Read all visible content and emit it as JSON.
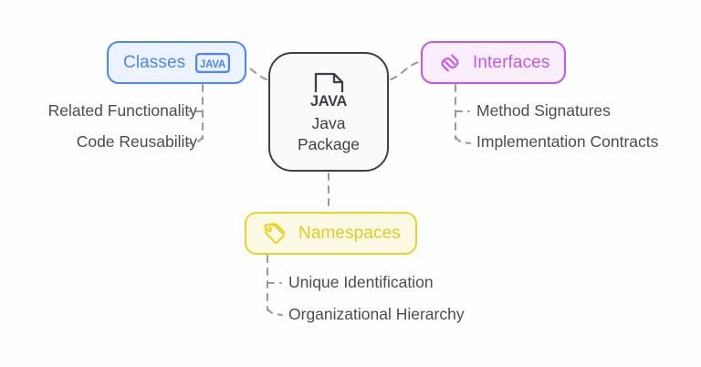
{
  "diagram": {
    "type": "mindmap",
    "background_color": "#fefefe",
    "center": {
      "title_line1": "Java",
      "title_line2": "Package",
      "icon_name": "java-file-icon",
      "icon_text": "JAVA",
      "border_color": "#3f3f46",
      "fill_color": "#fafafa",
      "text_color": "#3f3f46"
    },
    "branches": [
      {
        "id": "classes",
        "label": "Classes",
        "icon_name": "java-badge-icon",
        "badge_text": "JAVA",
        "accent_color": "#4a86f7",
        "fill_color": "#edf3fe",
        "leaves": [
          "Related Functionality",
          "Code Reusability"
        ]
      },
      {
        "id": "interfaces",
        "label": "Interfaces",
        "icon_name": "link-chain-icon",
        "accent_color": "#c457ea",
        "fill_color": "#faeefd",
        "leaves": [
          "Method Signatures",
          "Implementation Contracts"
        ]
      },
      {
        "id": "namespaces",
        "label": "Namespaces",
        "icon_name": "tag-icon",
        "accent_color": "#e8d42c",
        "fill_color": "#fcfae4",
        "leaves": [
          "Unique Identification",
          "Organizational Hierarchy"
        ]
      }
    ],
    "connector": {
      "style": "dashed",
      "color": "#9a9aa2"
    }
  }
}
